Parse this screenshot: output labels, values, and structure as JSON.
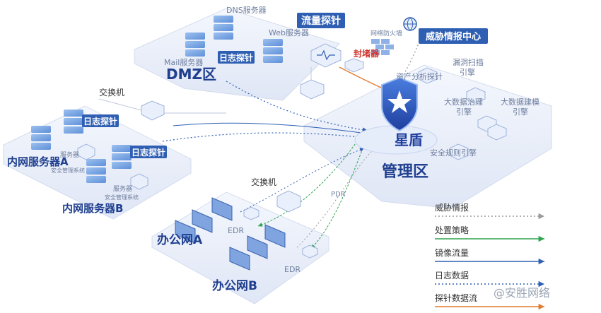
{
  "zones": {
    "dmz": "DMZ区",
    "mgmt": "管理区",
    "inner_a": "内网服务器A",
    "inner_b": "内网服务器B",
    "office_a": "办公网A",
    "office_b": "办公网B"
  },
  "labels": {
    "dns_server": "DNS服务器",
    "web_server": "Web服务器",
    "mail_server": "Mail服务器",
    "log_probe": "日志探针",
    "flow_probe": "流量探针",
    "blocker": "封堵器",
    "firewall": "网络防火墙",
    "threat_center": "威胁情报中心",
    "switch": "交换机",
    "server": "服务器",
    "sec_mgmt": "安全管理系统",
    "edr": "EDR",
    "pdr": "PDR",
    "brand": "星盾",
    "asset_probe": "资产分析探针",
    "vuln_engine": "漏洞扫描\n引擎",
    "bigdata_gov": "大数据治理\n引擎",
    "bigdata_model": "大数据建模\n引擎",
    "sec_rule": "安全规则引擎"
  },
  "legend": [
    {
      "label": "威胁情报",
      "color": "#9a9a9a",
      "style": "dotted"
    },
    {
      "label": "处置策略",
      "color": "#2ea44f",
      "style": "solid"
    },
    {
      "label": "镜像流量",
      "color": "#2f5fb3",
      "style": "solid"
    },
    {
      "label": "日志数据",
      "color": "#2f5fb3",
      "style": "dotted"
    },
    {
      "label": "探针数据流",
      "color": "#e07a2e",
      "style": "solid"
    }
  ],
  "watermark": "@安胜网络"
}
